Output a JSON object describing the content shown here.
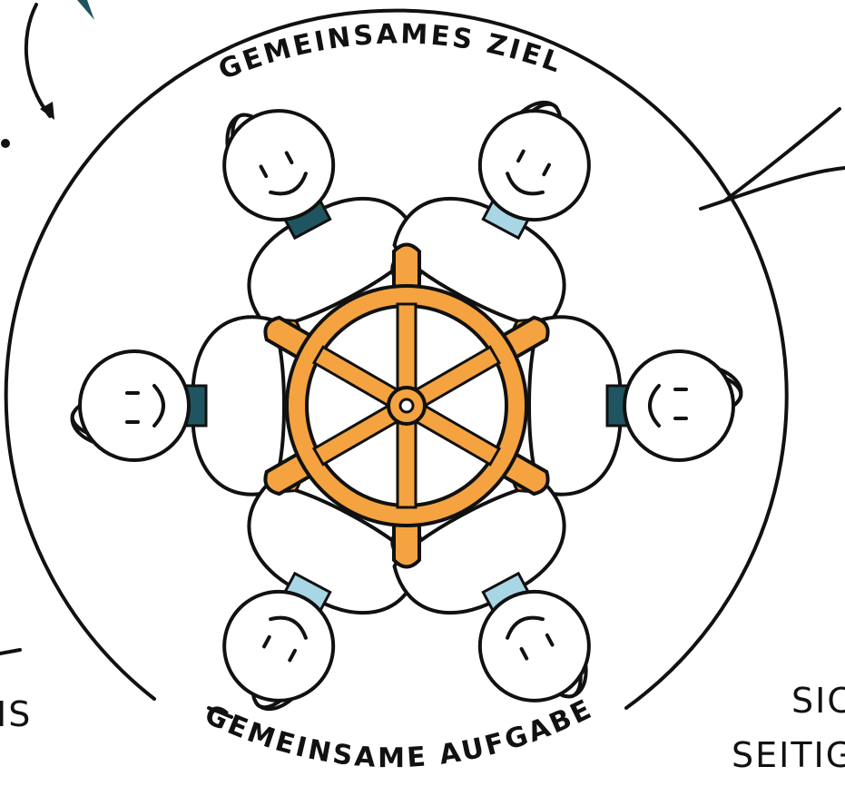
{
  "labels": {
    "top": "GEMEINSAMES ZIEL",
    "bottom": "GEMEINSAME AUFGABE",
    "left_fragment": "IS",
    "right_fragment_1": "SIC",
    "right_fragment_2": "SEITIG"
  },
  "colors": {
    "wheel": "#F4A340",
    "collar_dark": "#1F5560",
    "collar_light": "#A9D6E5",
    "ink": "#111111"
  },
  "icons": {
    "center": "ship-wheel-icon",
    "people": "person-top-view-icon"
  },
  "people": [
    {
      "collar": "collar_dark",
      "face": "smiling"
    },
    {
      "collar": "collar_light",
      "face": "smiling"
    },
    {
      "collar": "collar_dark",
      "face": "smiling"
    },
    {
      "collar": "collar_dark",
      "face": "smiling"
    },
    {
      "collar": "collar_light",
      "face": "smiling"
    },
    {
      "collar": "collar_light",
      "face": "smiling"
    }
  ]
}
